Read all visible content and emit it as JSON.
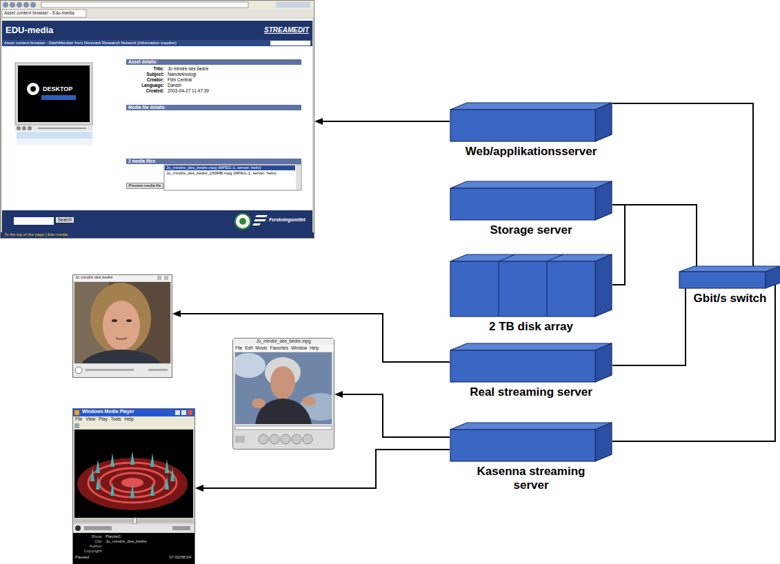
{
  "diagram": {
    "nodes": [
      {
        "text": [
          "Asset content browser - Edu-media",
          "EDU-media",
          "STREAMEDIT",
          "Asset content browser - DashMember from Denmark Research Network (Information supplier)",
          "DESKTOP",
          "Asset details:",
          "Title:",
          "Jo mindre des bedre",
          "Subject:",
          "Nanoteknologi",
          "Creator:",
          "Film Central",
          "Language:",
          "Danish",
          "Created:",
          "2003-04-27 11:47:39",
          "Media file details:",
          "2 media files",
          "Jo_mindre_des_bedre.mpg (MPEG-1, server: helix)",
          "Jo_mindre_des_bedre_150MB.mpg (MPEG-1, server: helix)",
          "Preview media file",
          "Search",
          "Forskningsnettet",
          "To the top of the page | Edu-media"
        ]
      },
      {
        "text": [
          "Web/applikationsserver"
        ]
      },
      {
        "text": [
          "Storage server"
        ]
      },
      {
        "text": [
          "2 TB disk array"
        ]
      },
      {
        "text": [
          "Gbit/s switch"
        ]
      },
      {
        "text": [
          "Jo mindre des bedre"
        ]
      },
      {
        "text": [
          "Jo_mindre_des_bedre.mpg",
          "File Edit Movie Favorites Window Help"
        ]
      },
      {
        "text": [
          "Real streaming server"
        ]
      },
      {
        "text": [
          "Windows Media Player",
          "File View Play Tools Help",
          "Show:",
          "Playlist1",
          "Clip:",
          "Jo_mindre_des_bedre",
          "Author:",
          "Copyright:",
          "Paused",
          "07:02/08:04"
        ]
      },
      {
        "text": [
          "Kasenna streaming server"
        ]
      }
    ],
    "edges": [
      {
        "from": 1,
        "to": 0,
        "arrow": "to"
      },
      {
        "from": 1,
        "to": 4,
        "arrow": "none"
      },
      {
        "from": 2,
        "to": 4,
        "arrow": "none"
      },
      {
        "from": 2,
        "to": 3,
        "arrow": "none"
      },
      {
        "from": 7,
        "to": 4,
        "arrow": "none"
      },
      {
        "from": 9,
        "to": 4,
        "arrow": "none"
      },
      {
        "from": 7,
        "to": 5,
        "arrow": "to"
      },
      {
        "from": 9,
        "to": 6,
        "arrow": "to"
      },
      {
        "from": 9,
        "to": 8,
        "arrow": "to"
      }
    ]
  }
}
